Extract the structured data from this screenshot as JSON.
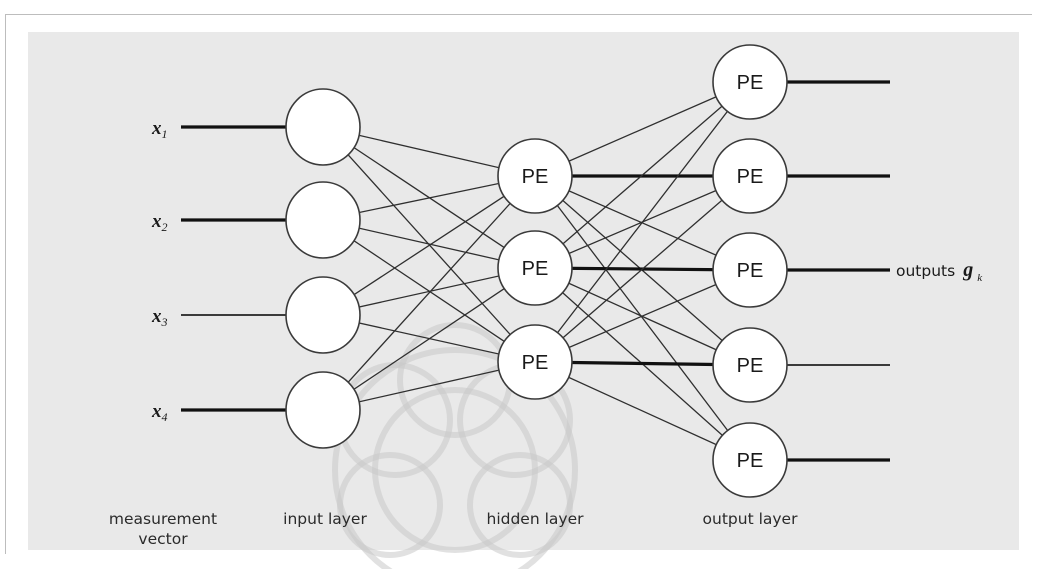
{
  "inputs": [
    {
      "name": "x",
      "sub": "1"
    },
    {
      "name": "x",
      "sub": "2"
    },
    {
      "name": "x",
      "sub": "3"
    },
    {
      "name": "x",
      "sub": "4"
    }
  ],
  "node_label": "PE",
  "layers": {
    "measurement": [
      "measurement",
      "vector"
    ],
    "input": "input layer",
    "hidden": "hidden layer",
    "output": "output layer"
  },
  "outputs": {
    "label": "outputs",
    "symbol": "g",
    "sub": "k"
  },
  "counts": {
    "input": 4,
    "hidden": 3,
    "output": 5
  }
}
